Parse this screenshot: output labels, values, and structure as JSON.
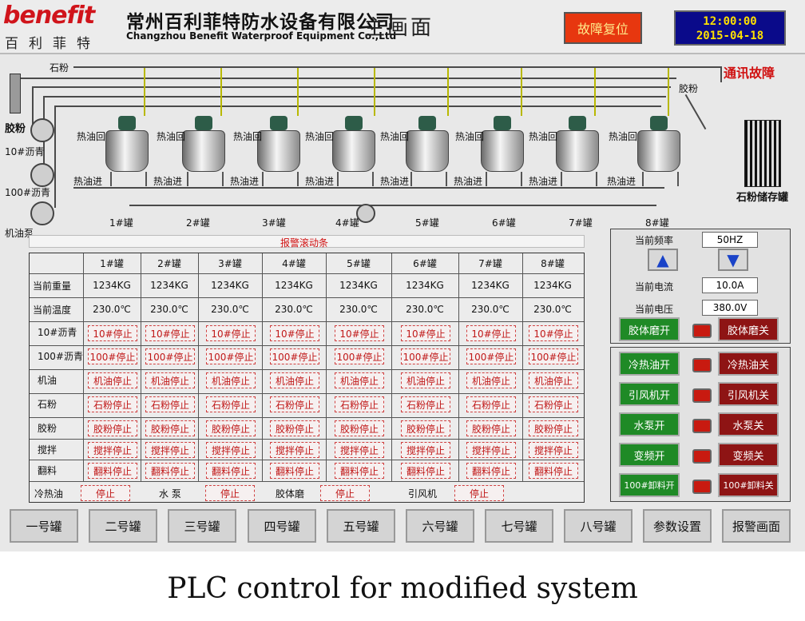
{
  "header": {
    "logo_text": "benefit",
    "logo_cn": "百利菲特",
    "company_cn": "常州百利菲特防水设备有限公司",
    "company_en": "Changzhou Benefit Waterproof Equipment Co.,Ltd",
    "screen_title": "主画面",
    "reset_label": "故障复位",
    "clock_time": "12:00:00",
    "clock_date": "2015-04-18"
  },
  "process": {
    "comm_fault": "通讯故障",
    "stone_powder": "石粉",
    "rubber_powder_right": "胶粉",
    "rubber_powder_left": "胶粉",
    "asphalt_10": "10#沥青",
    "asphalt_100": "100#沥青",
    "oil_pump": "机油泵",
    "hot_oil_return": "热油回",
    "hot_oil_in": "热油进",
    "silo_label": "石粉储存罐",
    "tanks": [
      "1#罐",
      "2#罐",
      "3#罐",
      "4#罐",
      "5#罐",
      "6#罐",
      "7#罐",
      "8#罐"
    ]
  },
  "marquee": "报警滚动条",
  "table": {
    "columns": [
      "1#罐",
      "2#罐",
      "3#罐",
      "4#罐",
      "5#罐",
      "6#罐",
      "7#罐",
      "8#罐"
    ],
    "weight_label": "当前重量",
    "weight": [
      "1234KG",
      "1234KG",
      "1234KG",
      "1234KG",
      "1234KG",
      "1234KG",
      "1234KG",
      "1234KG"
    ],
    "temp_label": "当前温度",
    "temp": [
      "230.0℃",
      "230.0℃",
      "230.0℃",
      "230.0℃",
      "230.0℃",
      "230.0℃",
      "230.0℃",
      "230.0℃"
    ],
    "rows": [
      {
        "label": "10#沥青",
        "status": "10#停止"
      },
      {
        "label": "100#沥青",
        "status": "100#停止"
      },
      {
        "label": "机油",
        "status": "机油停止"
      },
      {
        "label": "石粉",
        "status": "石粉停止"
      },
      {
        "label": "胶粉",
        "status": "胶粉停止"
      },
      {
        "label": "搅拌",
        "status": "搅拌停止"
      },
      {
        "label": "翻料",
        "status": "翻料停止"
      }
    ],
    "bottom": [
      {
        "label": "冷热油",
        "status": "停止"
      },
      {
        "label": "水  泵",
        "status": "停止"
      },
      {
        "label": "胶体磨",
        "status": "停止"
      },
      {
        "label": "引风机",
        "status": "停止"
      }
    ]
  },
  "vfd": {
    "freq_label": "当前频率",
    "freq": "50HZ",
    "current_label": "当前电流",
    "current": "10.0A",
    "voltage_label": "当前电压",
    "voltage": "380.0V",
    "up_arrow": "▲",
    "down_arrow": "▼"
  },
  "controls": [
    {
      "on": "胶体磨开",
      "off": "胶体磨关"
    },
    {
      "on": "冷热油开",
      "off": "冷热油关"
    },
    {
      "on": "引风机开",
      "off": "引风机关"
    },
    {
      "on": "水泵开",
      "off": "水泵关"
    },
    {
      "on": "变频开",
      "off": "变频关"
    },
    {
      "on": "100#卸料开",
      "off": "100#卸料关"
    }
  ],
  "nav": [
    "一号罐",
    "二号罐",
    "三号罐",
    "四号罐",
    "五号罐",
    "六号罐",
    "七号罐",
    "八号罐",
    "参数设置",
    "报警画面"
  ],
  "caption": "PLC control for modified system",
  "colors": {
    "alarm": "#d01010",
    "on_button": "#1f8a26",
    "off_button": "#8e1414",
    "lamp": "#c81a10",
    "clock_bg": "#0a0a8a",
    "clock_fg": "#ffe000"
  }
}
